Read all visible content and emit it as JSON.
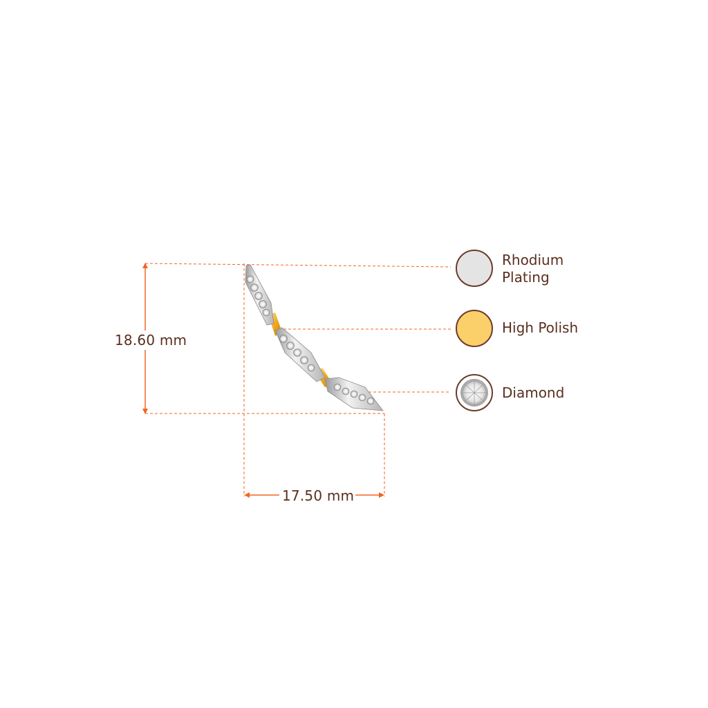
{
  "dimensions": {
    "height_label": "18.60 mm",
    "width_label": "17.50 mm"
  },
  "legend": [
    {
      "label": "Rhodium Plating",
      "swatch_color": "#e4e4e4"
    },
    {
      "label": "High Polish",
      "swatch_color": "#fbcf69"
    },
    {
      "label": "Diamond",
      "swatch_color": "#f4f4f4"
    }
  ],
  "colors": {
    "dimension_line": "#f26522",
    "text": "#5a2e1e",
    "swatch_border": "#6b3a2a",
    "gold": "#f5b730",
    "rhodium": "#d9d9d9"
  }
}
